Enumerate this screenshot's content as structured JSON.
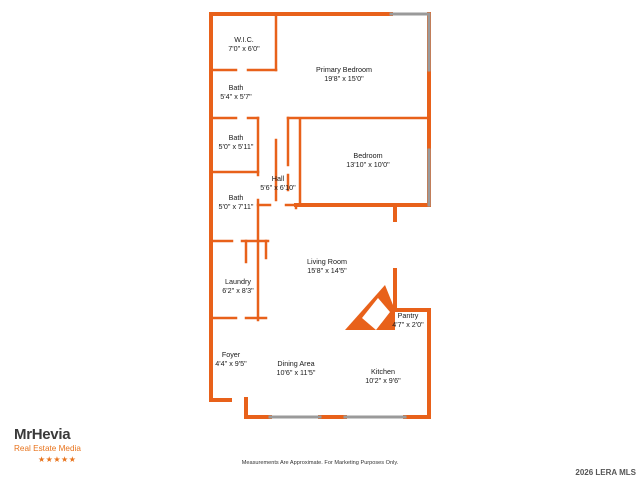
{
  "colors": {
    "wall": "#e8611a",
    "window": "#9a9a9a",
    "text": "#1a1a1a"
  },
  "rooms": [
    {
      "name": "W.I.C.",
      "dims": "7'0\" x 6'0\""
    },
    {
      "name": "Primary Bedroom",
      "dims": "19'8\" x 15'0\""
    },
    {
      "name": "Bath",
      "dims": "5'4\" x 5'7\""
    },
    {
      "name": "Bath",
      "dims": "5'0\" x 5'11\""
    },
    {
      "name": "Bedroom",
      "dims": "13'10\" x 10'0\""
    },
    {
      "name": "Hall",
      "dims": "5'6\" x 6'10\""
    },
    {
      "name": "Bath",
      "dims": "5'0\" x 7'11\""
    },
    {
      "name": "Living Room",
      "dims": "15'8\" x 14'5\""
    },
    {
      "name": "Laundry",
      "dims": "6'2\" x 8'3\""
    },
    {
      "name": "Pantry",
      "dims": "4'7\" x 2'0\""
    },
    {
      "name": "Foyer",
      "dims": "4'4\" x 9'5\""
    },
    {
      "name": "Dining Area",
      "dims": "10'6\" x 11'5\""
    },
    {
      "name": "Kitchen",
      "dims": "10'2\" x 9'6\""
    }
  ],
  "branding": {
    "name": "MrHevia",
    "tagline": "Real Estate Media",
    "stars": "★★★★★"
  },
  "footer": {
    "disclaimer": "Measurements Are Approximate. For Marketing Purposes Only.",
    "copyright": "2026 LERA MLS"
  }
}
